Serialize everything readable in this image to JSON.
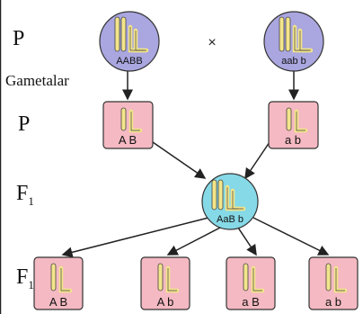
{
  "row_labels": {
    "p1": "P",
    "gametes": "Gametalar",
    "p2": "P",
    "f1_top": "F",
    "f1_top_sub": "1",
    "f1_bottom": "F",
    "f1_bottom_sub": "1"
  },
  "cross_symbol": "×",
  "parents": [
    {
      "genotype": "AABB"
    },
    {
      "genotype": "aab b"
    }
  ],
  "gametes": [
    {
      "genotype": "A B"
    },
    {
      "genotype": "a b"
    }
  ],
  "f1_hybrid": {
    "genotype": "AaB b"
  },
  "f2_gametes": [
    {
      "genotype": "A B"
    },
    {
      "genotype": "A b"
    },
    {
      "genotype": "a B"
    },
    {
      "genotype": "a b"
    }
  ],
  "colors": {
    "parent_circle": "#a9a6e0",
    "hybrid_circle": "#86d9e6",
    "gamete_box": "#f4b9c2",
    "chromosome": "#f3e58a",
    "border": "#333333"
  }
}
